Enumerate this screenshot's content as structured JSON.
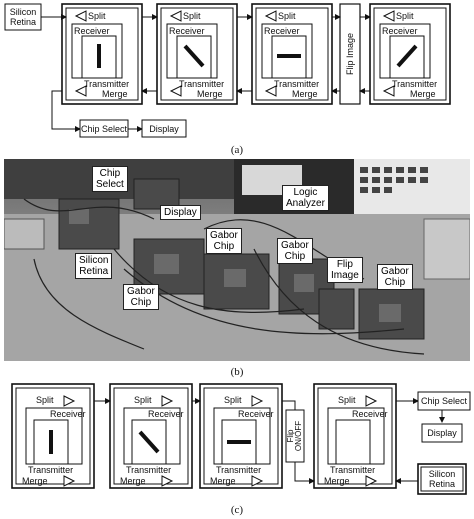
{
  "panel_a": {
    "silicon_retina": "Silicon\nRetina",
    "split": "Split",
    "receiver": "Receiver",
    "transmitter": "Transmitter",
    "merge": "Merge",
    "flip_image": "Flip Image",
    "chip_select": "Chip Select",
    "display": "Display",
    "caption": "(a)"
  },
  "panel_b": {
    "chip_select": "Chip\nSelect",
    "display": "Display",
    "logic_analyzer": "Logic\nAnalyzer",
    "gabor_chip": "Gabor\nChip",
    "silicon_retina": "Silicon\nRetina",
    "flip_image": "Flip\nImage",
    "caption": "(b)"
  },
  "panel_c": {
    "split": "Split",
    "receiver": "Receiver",
    "transmitter": "Transmitter",
    "merge": "Merge",
    "flip": "Flip\nON/OFF",
    "chip_select": "Chip Select",
    "display": "Display",
    "silicon_retina": "Silicon\nRetina",
    "caption": "(c)"
  }
}
